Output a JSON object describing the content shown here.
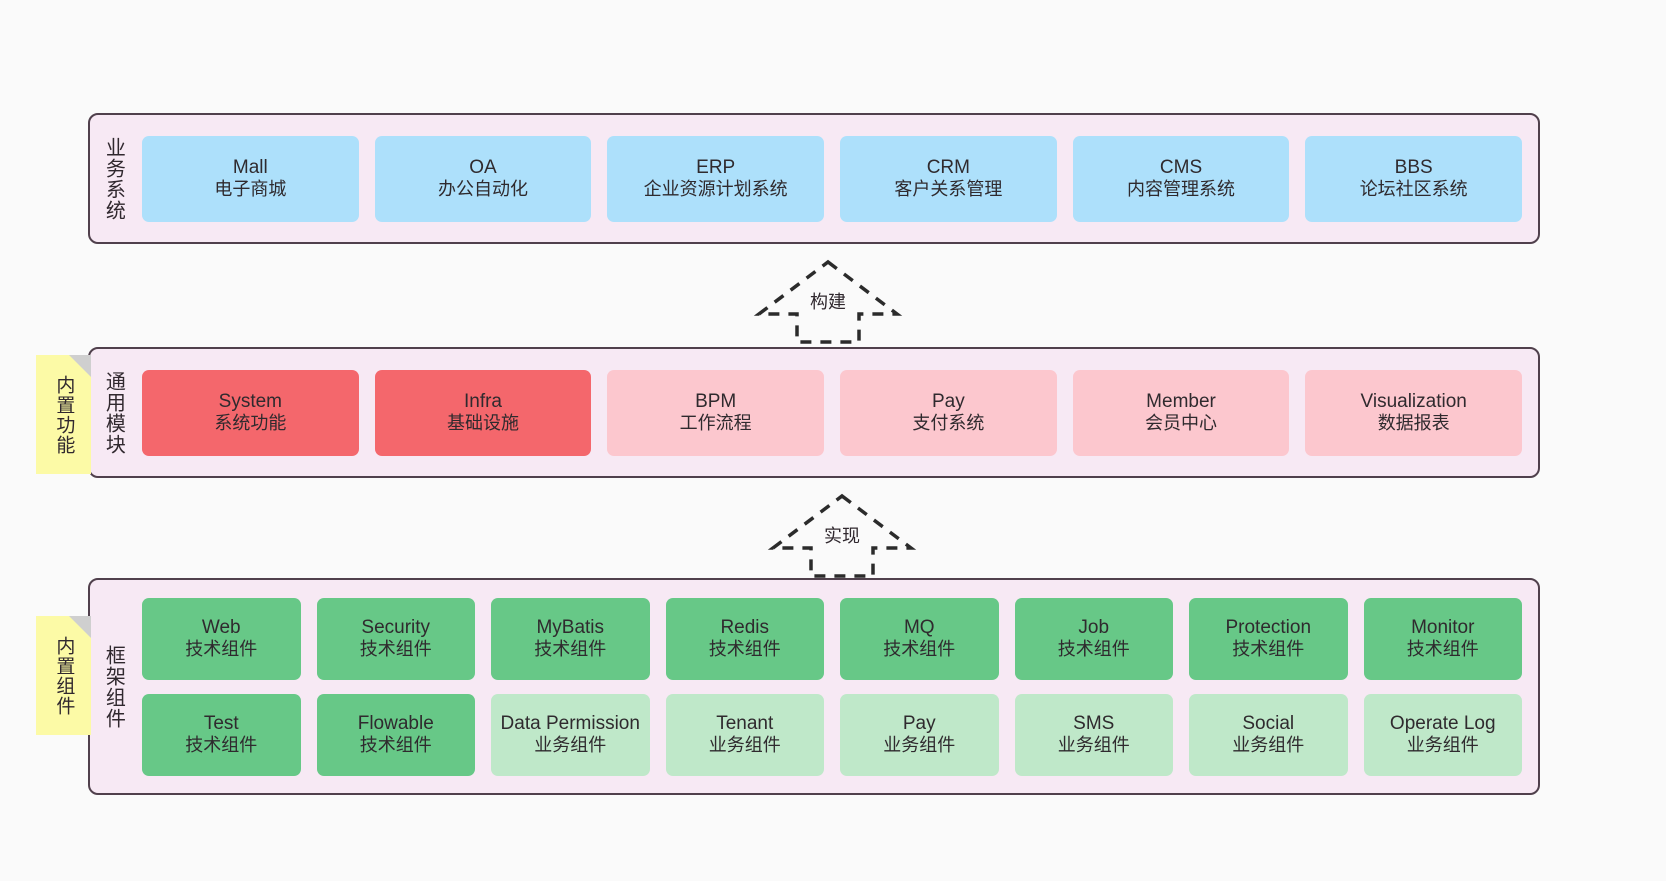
{
  "diagram": {
    "background_color": "#fafafa",
    "panel_color": "#f7e9f4",
    "panel_border_color": "#50404c",
    "note_color": "#fcfaa6"
  },
  "layers": {
    "business": {
      "title": "业务系统",
      "box_color": "#ade0fb",
      "items": [
        {
          "en": "Mall",
          "cn": "电子商城"
        },
        {
          "en": "OA",
          "cn": "办公自动化"
        },
        {
          "en": "ERP",
          "cn": "企业资源计划系统"
        },
        {
          "en": "CRM",
          "cn": "客户关系管理"
        },
        {
          "en": "CMS",
          "cn": "内容管理系统"
        },
        {
          "en": "BBS",
          "cn": "论坛社区系统"
        }
      ]
    },
    "common": {
      "title": "通用模块",
      "note": "内置功能",
      "primary_color": "#f4676c",
      "secondary_color": "#fcc7ce",
      "items": [
        {
          "en": "System",
          "cn": "系统功能",
          "variant": "primary"
        },
        {
          "en": "Infra",
          "cn": "基础设施",
          "variant": "primary"
        },
        {
          "en": "BPM",
          "cn": "工作流程",
          "variant": "secondary"
        },
        {
          "en": "Pay",
          "cn": "支付系统",
          "variant": "secondary"
        },
        {
          "en": "Member",
          "cn": "会员中心",
          "variant": "secondary"
        },
        {
          "en": "Visualization",
          "cn": "数据报表",
          "variant": "secondary"
        }
      ]
    },
    "framework": {
      "title": "框架组件",
      "note": "内置组件",
      "tech_color": "#67c887",
      "biz_color": "#bfe8c9",
      "row1": [
        {
          "en": "Web",
          "cn": "技术组件"
        },
        {
          "en": "Security",
          "cn": "技术组件"
        },
        {
          "en": "MyBatis",
          "cn": "技术组件"
        },
        {
          "en": "Redis",
          "cn": "技术组件"
        },
        {
          "en": "MQ",
          "cn": "技术组件"
        },
        {
          "en": "Job",
          "cn": "技术组件"
        },
        {
          "en": "Protection",
          "cn": "技术组件"
        },
        {
          "en": "Monitor",
          "cn": "技术组件"
        }
      ],
      "row2": [
        {
          "en": "Test",
          "cn": "技术组件",
          "kind": "tech"
        },
        {
          "en": "Flowable",
          "cn": "技术组件",
          "kind": "tech"
        },
        {
          "en": "Data Permission",
          "cn": "业务组件",
          "kind": "biz"
        },
        {
          "en": "Tenant",
          "cn": "业务组件",
          "kind": "biz"
        },
        {
          "en": "Pay",
          "cn": "业务组件",
          "kind": "biz"
        },
        {
          "en": "SMS",
          "cn": "业务组件",
          "kind": "biz"
        },
        {
          "en": "Social",
          "cn": "业务组件",
          "kind": "biz"
        },
        {
          "en": "Operate Log",
          "cn": "业务组件",
          "kind": "biz"
        }
      ]
    }
  },
  "connectors": [
    {
      "label": "构建"
    },
    {
      "label": "实现"
    }
  ]
}
